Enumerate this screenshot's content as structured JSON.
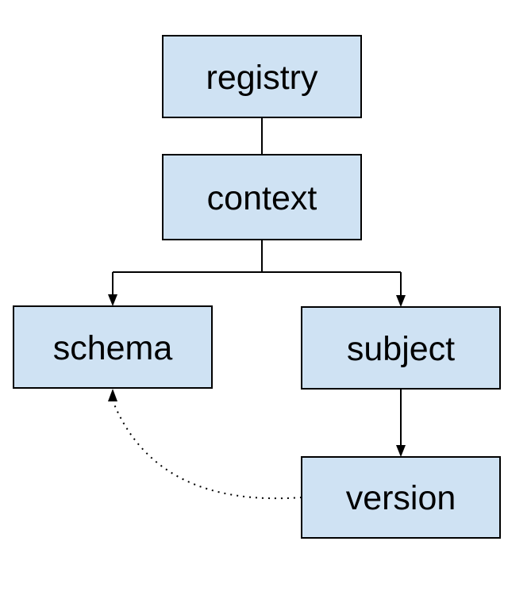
{
  "diagram": {
    "type": "hierarchy",
    "nodes": [
      {
        "id": "registry",
        "label": "registry"
      },
      {
        "id": "context",
        "label": "context"
      },
      {
        "id": "schema",
        "label": "schema"
      },
      {
        "id": "subject",
        "label": "subject"
      },
      {
        "id": "version",
        "label": "version"
      }
    ],
    "edges": [
      {
        "from": "registry",
        "to": "context",
        "style": "solid",
        "arrowhead": "none"
      },
      {
        "from": "context",
        "to": "schema",
        "style": "solid",
        "arrowhead": "end"
      },
      {
        "from": "context",
        "to": "subject",
        "style": "solid",
        "arrowhead": "end"
      },
      {
        "from": "subject",
        "to": "version",
        "style": "solid",
        "arrowhead": "end"
      },
      {
        "from": "version",
        "to": "schema",
        "style": "dotted",
        "arrowhead": "end"
      }
    ]
  },
  "colors": {
    "node_fill": "#cfe2f3",
    "node_border": "#000000",
    "edge": "#000000",
    "text": "#000000",
    "background": "#ffffff"
  }
}
